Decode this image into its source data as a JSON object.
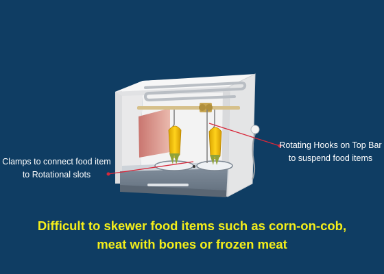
{
  "labels": {
    "clamps": [
      "Clamps to connect food item",
      "to Rotational slots"
    ],
    "hooks": [
      "Rotating Hooks on Top Bar",
      "to suspend food items"
    ]
  },
  "caption": [
    "Difficult to skewer food items such as corn-on-cob,",
    "meat with bones or frozen meat"
  ],
  "colors": {
    "background": "#0f3d63",
    "caption": "#f4ee1a",
    "callout_line": "#d8283a"
  }
}
